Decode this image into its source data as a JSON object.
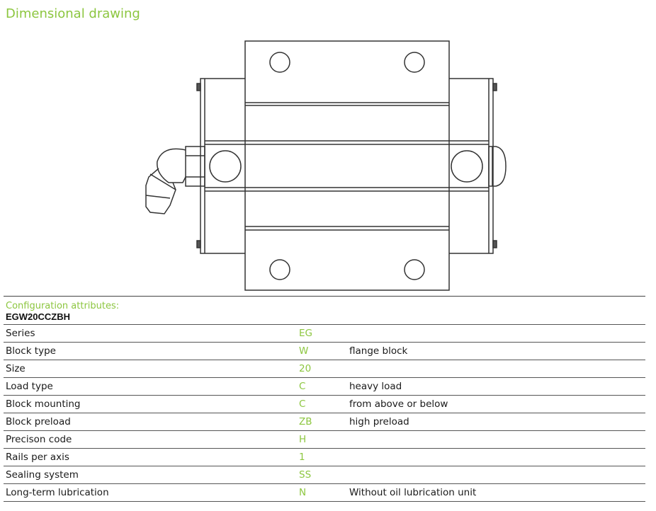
{
  "page_title": "Dimensional drawing",
  "config": {
    "label": "Configuration attributes:",
    "code": "EGW20CCZBH",
    "rows": [
      {
        "attribute": "Series",
        "code": "EG",
        "description": ""
      },
      {
        "attribute": "Block type",
        "code": "W",
        "description": "flange block"
      },
      {
        "attribute": "Size",
        "code": "20",
        "description": ""
      },
      {
        "attribute": "Load type",
        "code": "C",
        "description": "heavy load"
      },
      {
        "attribute": "Block mounting",
        "code": "C",
        "description": "from above or below"
      },
      {
        "attribute": "Block preload",
        "code": "ZB",
        "description": "high preload"
      },
      {
        "attribute": "Precison code",
        "code": "H",
        "description": ""
      },
      {
        "attribute": "Rails per axis",
        "code": "1",
        "description": ""
      },
      {
        "attribute": "Sealing system",
        "code": "SS",
        "description": ""
      },
      {
        "attribute": "Long-term lubrication",
        "code": "N",
        "description": "Without oil lubrication unit"
      }
    ]
  },
  "colors": {
    "accent": "#8cc63f",
    "text": "#1a1a1a",
    "line": "#333333"
  }
}
